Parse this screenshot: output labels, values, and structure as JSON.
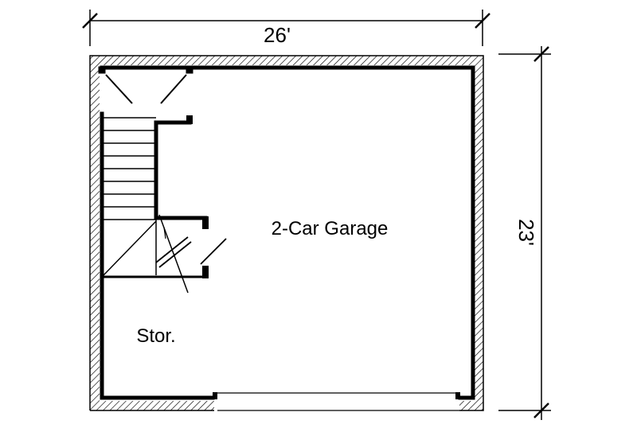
{
  "plan": {
    "width_label": "26'",
    "depth_label": "23'",
    "room_label": "2-Car Garage",
    "storage_label": "Stor."
  },
  "colors": {
    "ink": "#000000",
    "background": "#ffffff"
  }
}
